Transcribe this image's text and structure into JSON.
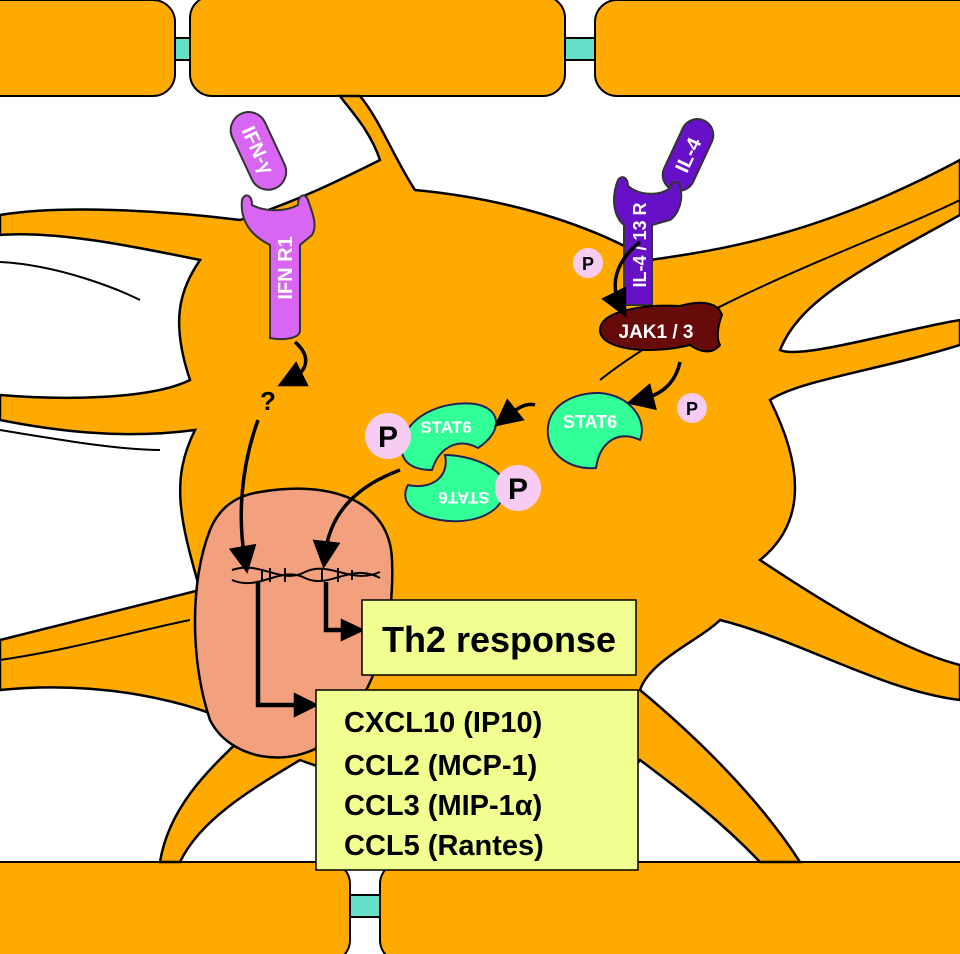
{
  "colors": {
    "cell": "#FFAA00",
    "junction": "#66E0C8",
    "nucleus": "#F2A07E",
    "ifn": "#D966F2",
    "il4": "#6610C8",
    "jak": "#660A0A",
    "stat": "#33FF99",
    "phosphate": "#F7CCF2",
    "output_box": "#F0FF90"
  },
  "labels": {
    "ifn_gamma": "IFN-γ",
    "ifn_receptor": "IFN R1",
    "il4": "IL-4",
    "il4_receptor": "IL-4 / 13 R",
    "jak": "JAK1 / 3",
    "stat6": "STAT6",
    "phosphate": "P",
    "unknown": "?",
    "th2": "Th2 response",
    "chemokines": [
      "CXCL10 (IP10)",
      "CCL2 (MCP-1)",
      "CCL3 (MIP-1α)",
      "CCL5 (Rantes)"
    ]
  }
}
